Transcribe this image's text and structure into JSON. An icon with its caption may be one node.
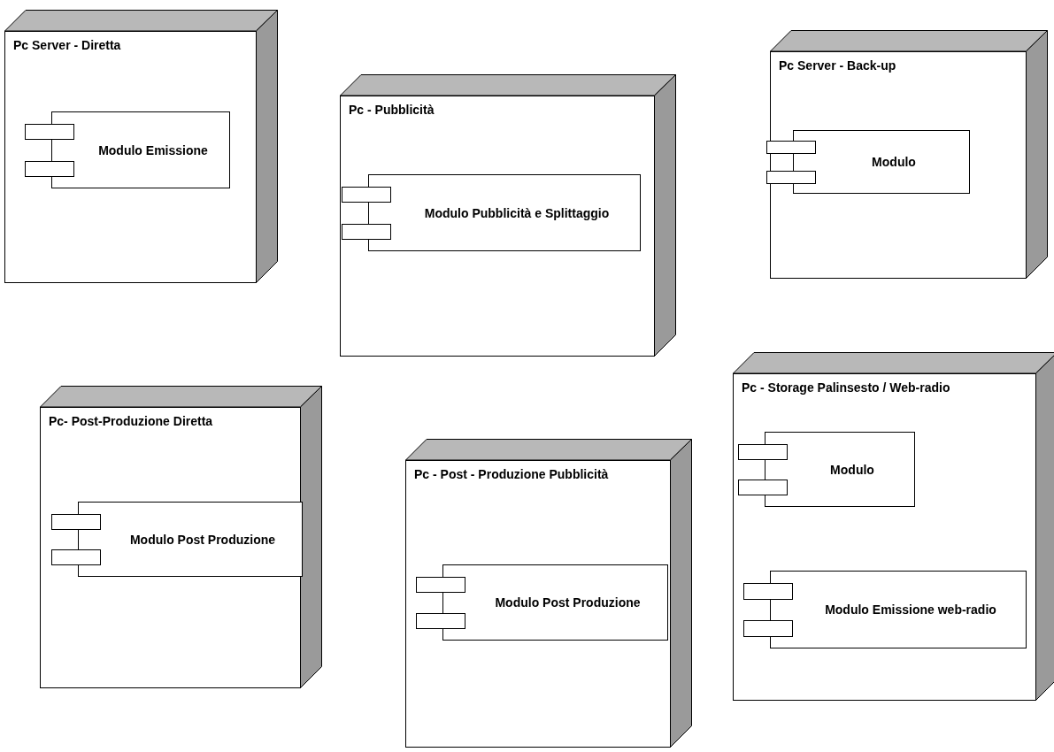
{
  "diagram": {
    "nodes": [
      {
        "text": [
          "Pc Server - Diretta"
        ]
      },
      {
        "text": [
          "Modulo Emissione"
        ],
        "in": 0
      },
      {
        "text": [
          "Pc - Pubblicità"
        ]
      },
      {
        "text": [
          "Modulo Pubblicità e Splittaggio"
        ],
        "in": 2
      },
      {
        "text": [
          "Pc Server - Back-up"
        ]
      },
      {
        "text": [
          "Modulo"
        ],
        "in": 4
      },
      {
        "text": [
          "Pc- Post-Produzione Diretta"
        ]
      },
      {
        "text": [
          "Modulo Post Produzione"
        ],
        "in": 6
      },
      {
        "text": [
          "Pc - Post - Produzione Pubblicità"
        ]
      },
      {
        "text": [
          "Modulo Post Produzione"
        ],
        "in": 8
      },
      {
        "text": [
          "Pc - Storage Palinsesto / Web-radio"
        ]
      },
      {
        "text": [
          "Modulo"
        ],
        "in": 10
      },
      {
        "text": [
          "Modulo Emissione web-radio"
        ],
        "in": 10
      }
    ],
    "edges": []
  }
}
